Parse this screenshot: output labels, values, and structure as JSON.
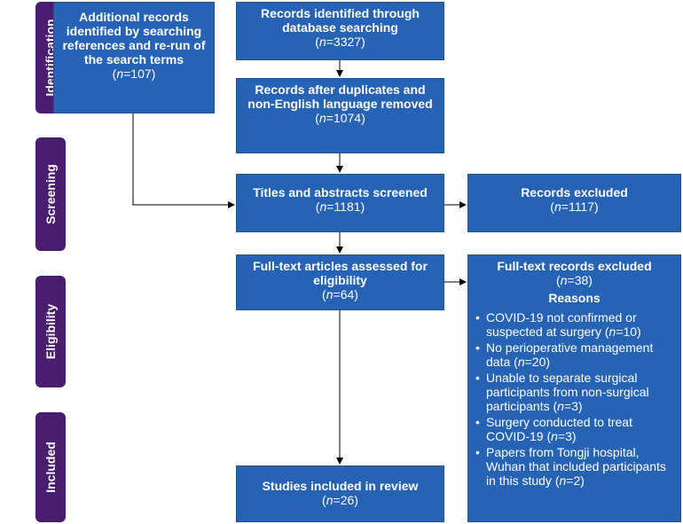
{
  "phases": {
    "identification": "Identification",
    "screening": "Screening",
    "eligibility": "Eligibility",
    "included": "Included"
  },
  "boxes": {
    "additional": {
      "title": "Additional records identified by searching references and re-run of the search terms",
      "n_label": "n",
      "n_value": "=107"
    },
    "database": {
      "title": "Records identified through database searching",
      "n_label": "n",
      "n_value": "=3327"
    },
    "deduplicated": {
      "title": "Records after duplicates and non-English language removed",
      "n_label": "n",
      "n_value": "=1074"
    },
    "screened": {
      "title": "Titles and abstracts screened",
      "n_label": "n",
      "n_value": "=1181"
    },
    "excluded": {
      "title": "Records excluded",
      "n_label": "n",
      "n_value": "=1117"
    },
    "fulltext": {
      "title": "Full-text articles assessed for eligibility",
      "n_label": "n",
      "n_value": "=64"
    },
    "fulltext_excluded": {
      "title": "Full-text records excluded",
      "n_label": "n",
      "n_value": "=38",
      "reasons_heading": "Reasons",
      "reasons": [
        "COVID-19 not confirmed or suspected at surgery (n=10)",
        "No perioperative management data (n=20)",
        "Unable to separate surgical participants from non-surgical participants (n=3)",
        "Surgery conducted to treat COVID-19 (n=3)",
        "Papers from Tongji hospital, Wuhan that included participants in this study (n=2)"
      ]
    },
    "included": {
      "title": "Studies included in review",
      "n_label": "n",
      "n_value": "=26"
    }
  },
  "colors": {
    "box": "#2663b4",
    "phase": "#4a1d6e",
    "arrow": "#000000"
  }
}
